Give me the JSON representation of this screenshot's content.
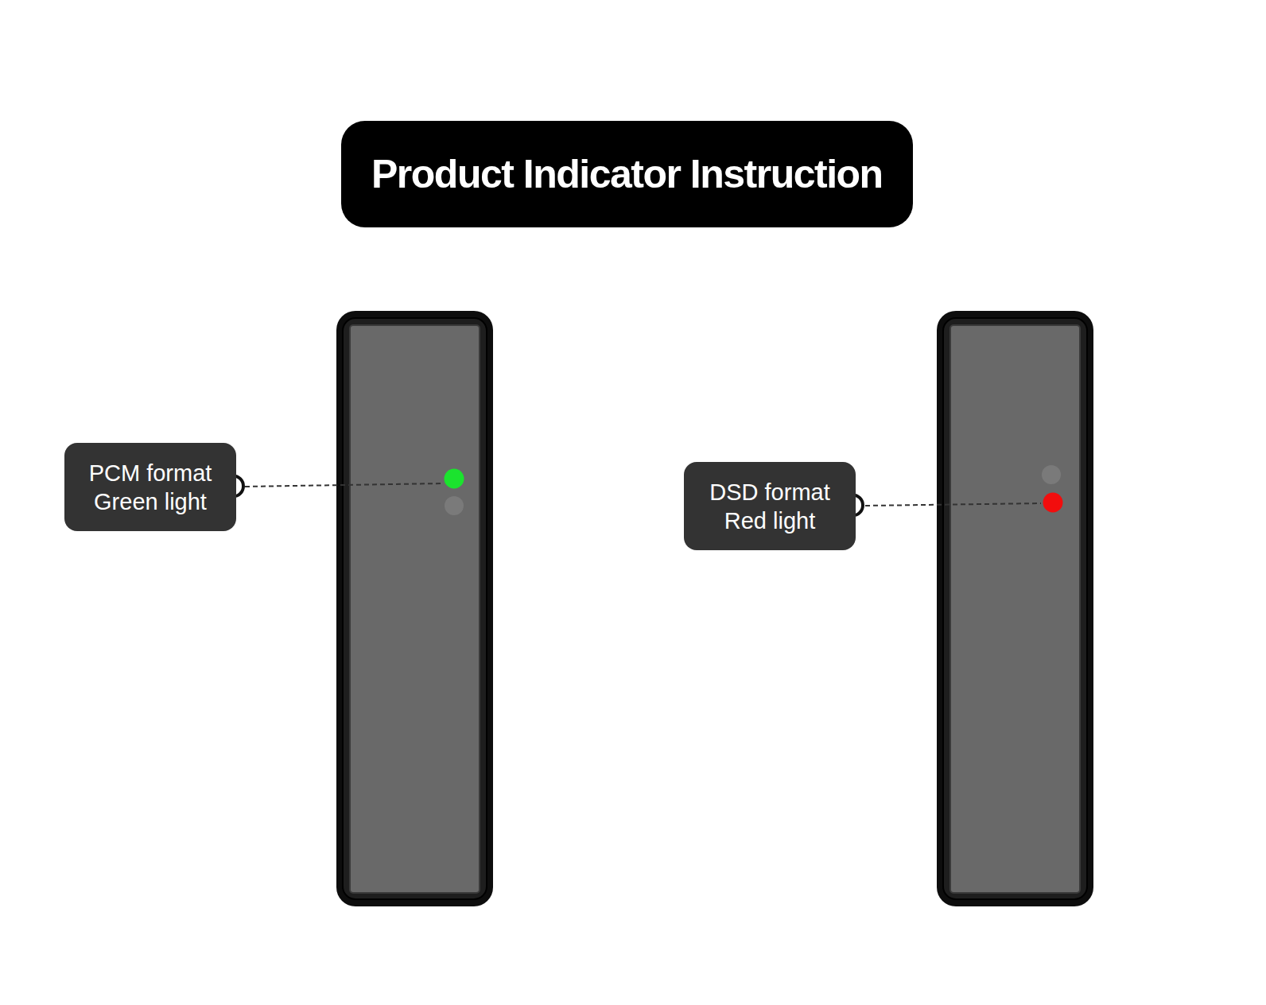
{
  "diagram": {
    "title": "Product Indicator Instruction",
    "nodes": [
      {
        "text": [
          "PCM format Green light"
        ]
      },
      {
        "text": [
          "DSD format Red light"
        ]
      }
    ]
  }
}
